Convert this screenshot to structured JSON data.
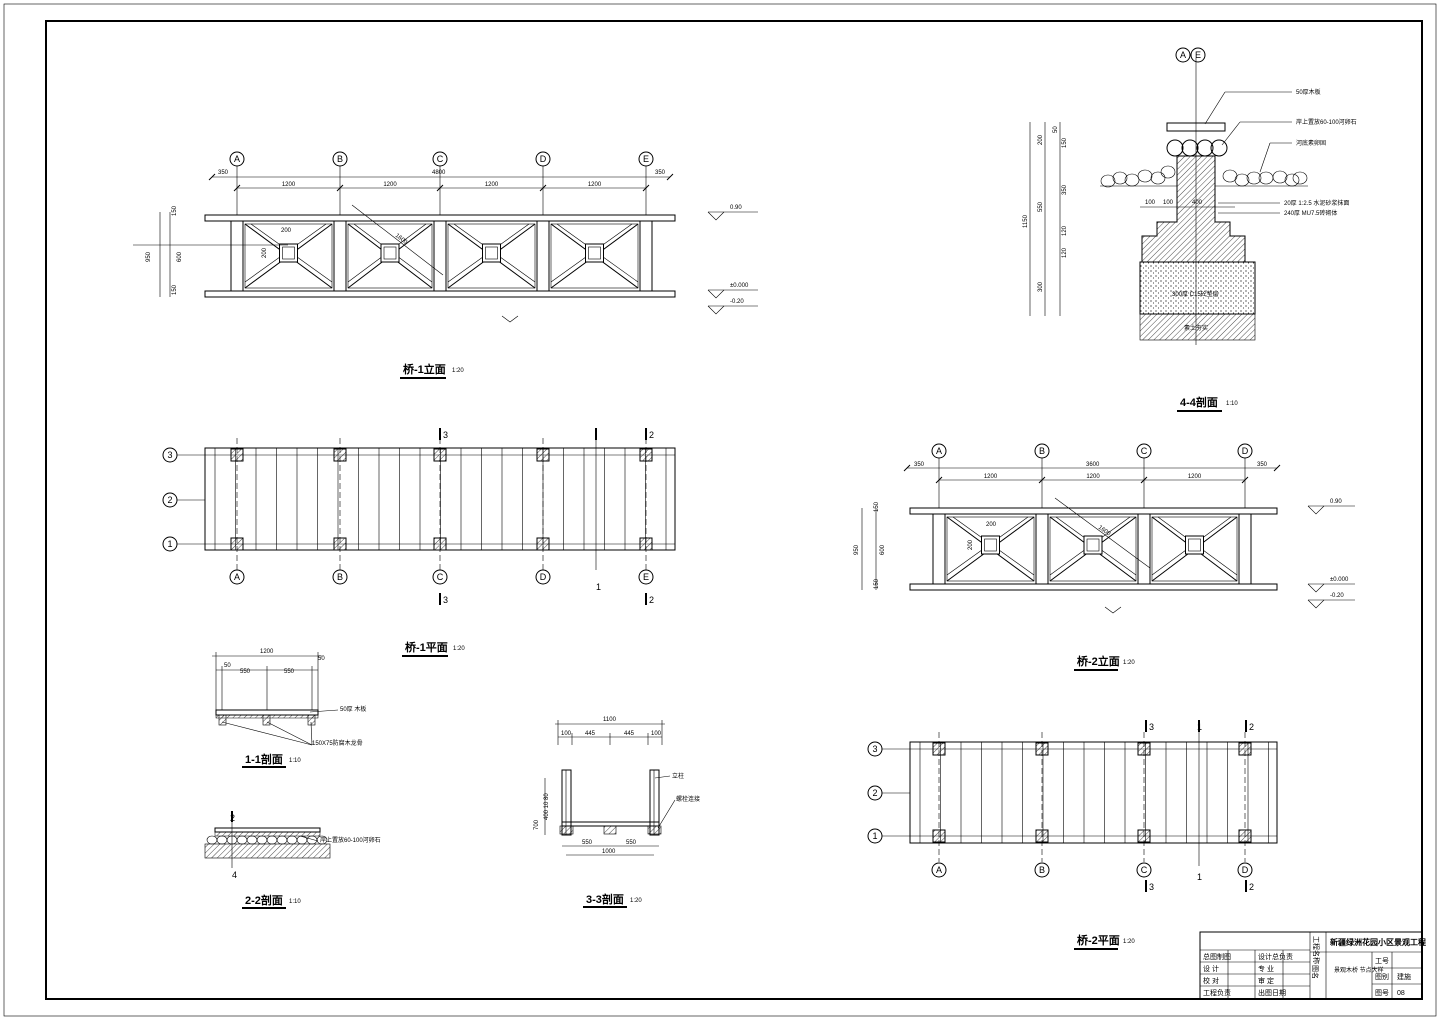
{
  "views": {
    "bridge1_elev": {
      "title": "桥-1立面",
      "scale": "1:20"
    },
    "bridge1_plan": {
      "title": "桥-1平面",
      "scale": "1:20"
    },
    "bridge2_elev": {
      "title": "桥-2立面",
      "scale": "1:20"
    },
    "bridge2_plan": {
      "title": "桥-2平面",
      "scale": "1:20"
    },
    "sec11": {
      "title": "1-1剖面",
      "scale": "1:10"
    },
    "sec22": {
      "title": "2-2剖面",
      "scale": "1:10"
    },
    "sec33": {
      "title": "3-3剖面",
      "scale": "1:20"
    },
    "sec44": {
      "title": "4-4剖面",
      "scale": "1:10"
    }
  },
  "axes": {
    "b1_cols": [
      "A",
      "B",
      "C",
      "D",
      "E"
    ],
    "b2_cols": [
      "A",
      "B",
      "C",
      "D"
    ],
    "rows": [
      "3",
      "2",
      "1"
    ],
    "sec44_top": [
      "A",
      "E"
    ]
  },
  "levels": {
    "top": "0.90",
    "zero": "±0.000",
    "bottom": "-0.20"
  },
  "dims": {
    "b1_total": "4800",
    "b1_edge": "350",
    "b1_bay": "1200",
    "b1_height_total": "950",
    "b1_height_mid": "600",
    "b1_height_part": "150",
    "b1_diag": "1600",
    "b1_post": "200",
    "b2_total": "3600",
    "b2_edge": "350",
    "b2_bay": "1200",
    "b2_height_total": "950",
    "b2_height_mid": "600",
    "b2_post": "200",
    "sec11_total": "1200",
    "sec11_parts": [
      "50",
      "550",
      "550",
      "50"
    ],
    "sec33_total": "1100",
    "sec33_parts": [
      "100",
      "445",
      "445",
      "100"
    ],
    "sec33_bottom": [
      "550",
      "550"
    ],
    "sec33_bottom_total": "1000",
    "sec44_total": "1150",
    "sec44_parts": [
      "200",
      "550",
      "100",
      "300"
    ],
    "sec44_sub": [
      "50",
      "150",
      "350",
      "120",
      "120"
    ],
    "sec44_width": [
      "100",
      "100",
      "400"
    ]
  },
  "section_marks": {
    "s1": "1",
    "s2": "2",
    "s3": "3",
    "s4": "4"
  },
  "notes": {
    "sec11_board": "50厚 木板",
    "sec11_joist": "150X75防腐木龙骨",
    "sec22_stone": "岸上置放60-100河卵石",
    "sec33_post": "立柱",
    "sec33_bolt": "螺栓连接",
    "sec44_board": "50厚木板",
    "sec44_stone": "岸上置放60-100河卵石",
    "sec44_soil": "河底素卵固",
    "sec44_mortar": "20厚 1:2.5 水泥砂浆抹面",
    "sec44_brick": "240厚 MU7.5砖砌体",
    "sec44_concrete": "300厚 C15砼垫层",
    "sec44_ground": "素土夯实"
  },
  "titleblock": {
    "project": "新疆绿洲花园小区景观工程",
    "company_side": "工程名称",
    "drawing_label": "图名",
    "drawing_name": "景观木桥\n节点大样",
    "job_no_label": "工号",
    "sheet_type_label": "图别",
    "sheet_type": "建施",
    "sheet_no_label": "图号",
    "sheet_no": "08",
    "rows": [
      [
        "总图制图",
        "设计总负责"
      ],
      [
        "设 计",
        "专 业"
      ],
      [
        "校 对",
        "审 定"
      ],
      [
        "工程负责",
        "出图日期"
      ]
    ]
  }
}
